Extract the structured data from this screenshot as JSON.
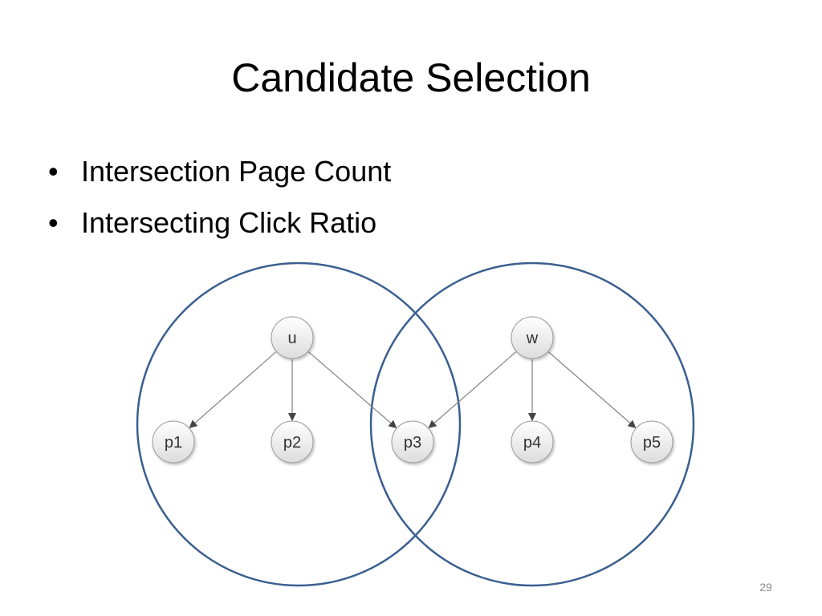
{
  "slide": {
    "title": "Candidate Selection",
    "bullets": [
      {
        "marker": "•",
        "text": "Intersection Page Count"
      },
      {
        "marker": "•",
        "text": "Intersecting Click Ratio"
      }
    ],
    "page_number": "29"
  },
  "diagram": {
    "sets": [
      {
        "id": "left-set",
        "contains": [
          "u",
          "p1",
          "p2",
          "p3"
        ]
      },
      {
        "id": "right-set",
        "contains": [
          "w",
          "p3",
          "p4",
          "p5"
        ]
      }
    ],
    "nodes": [
      {
        "id": "u",
        "label": "u"
      },
      {
        "id": "w",
        "label": "w"
      },
      {
        "id": "p1",
        "label": "p1"
      },
      {
        "id": "p2",
        "label": "p2"
      },
      {
        "id": "p3",
        "label": "p3"
      },
      {
        "id": "p4",
        "label": "p4"
      },
      {
        "id": "p5",
        "label": "p5"
      }
    ],
    "edges": [
      {
        "from": "u",
        "to": "p1"
      },
      {
        "from": "u",
        "to": "p2"
      },
      {
        "from": "u",
        "to": "p3"
      },
      {
        "from": "w",
        "to": "p3"
      },
      {
        "from": "w",
        "to": "p4"
      },
      {
        "from": "w",
        "to": "p5"
      }
    ],
    "colors": {
      "set_stroke": "#3a5f8f",
      "edge_stroke": "#888888",
      "arrow_fill": "#444444",
      "node_fill_top": "#ffffff",
      "node_fill_bottom": "#dcdcdc",
      "node_stroke": "#9a9a9a"
    }
  }
}
